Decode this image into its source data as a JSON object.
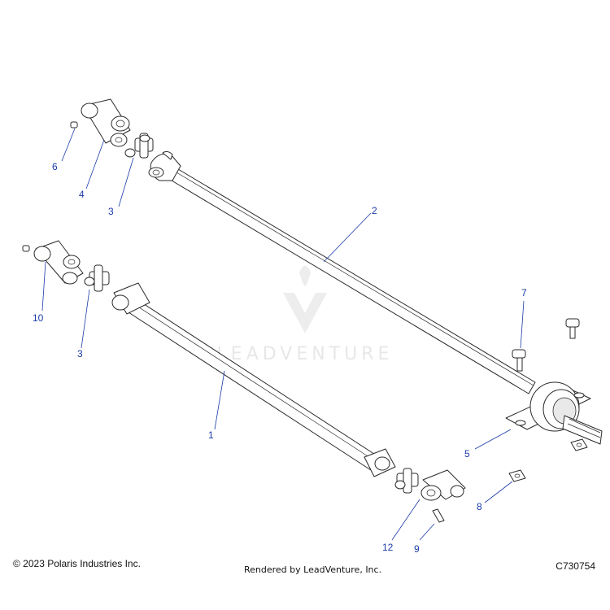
{
  "callouts": {
    "c1": "1",
    "c2": "2",
    "c3a": "3",
    "c3b": "3",
    "c4": "4",
    "c5": "5",
    "c6": "6",
    "c7": "7",
    "c8": "8",
    "c9": "9",
    "c10": "10",
    "c12": "12"
  },
  "watermark": "LEADVENTURE",
  "footer": {
    "copyright": "© 2023 Polaris Industries Inc.",
    "rendered_by": "Rendered by LeadVenture, Inc.",
    "diagram_id": "C730754"
  },
  "colors": {
    "callout": "#1a3aa8",
    "line": "#2a2a2a"
  }
}
